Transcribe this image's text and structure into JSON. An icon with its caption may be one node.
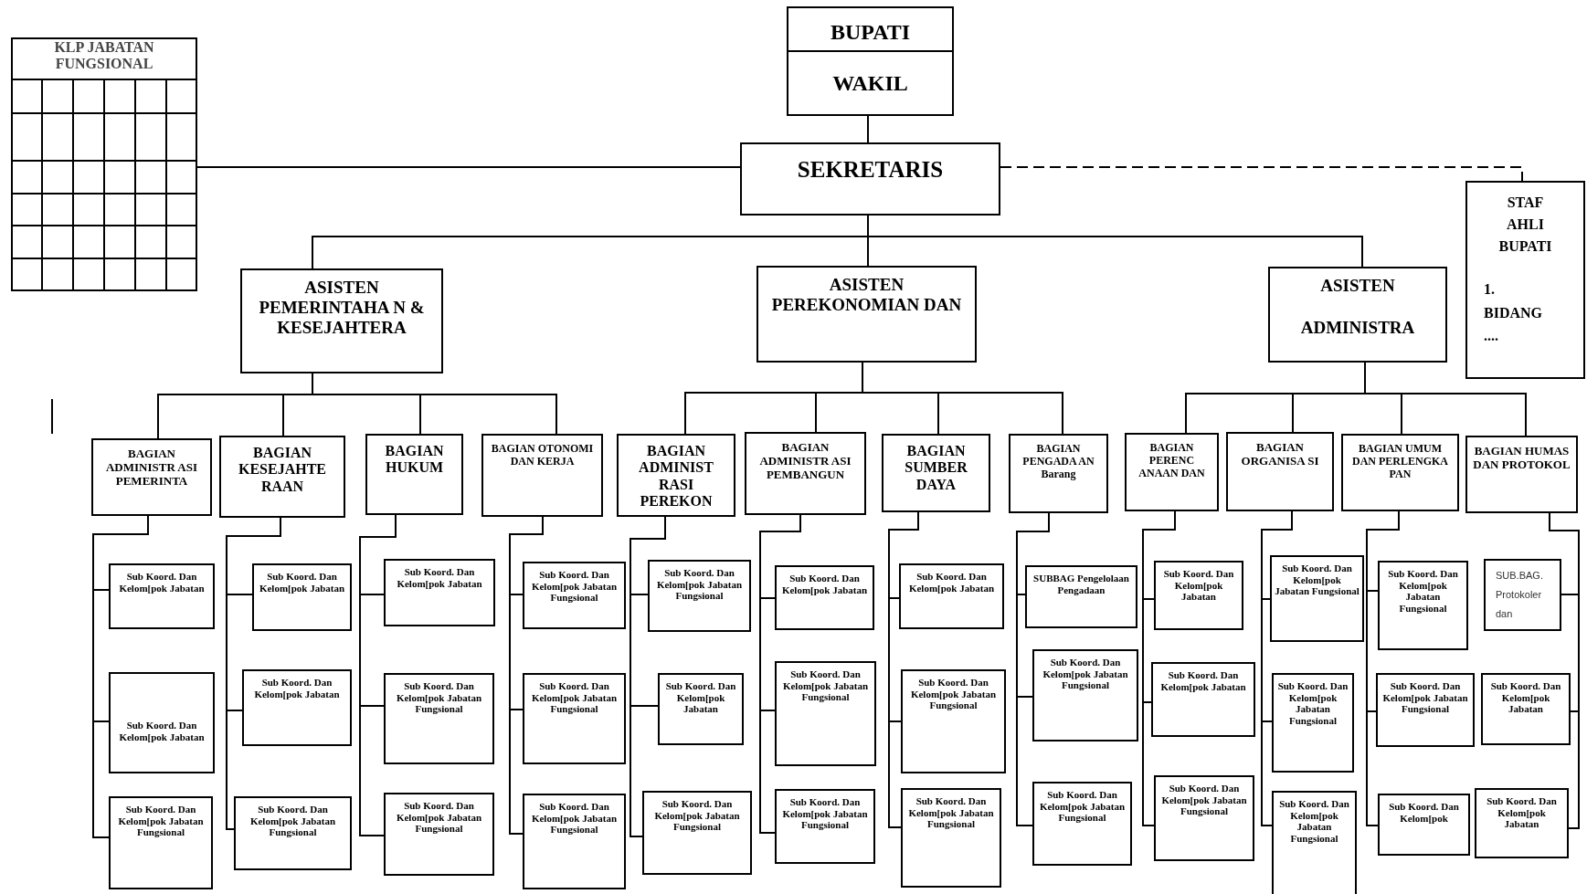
{
  "diagram": {
    "nodes": [
      {
        "text": [
          "KLP JABATAN FUNGSIONAL"
        ]
      },
      {
        "text": [
          "BUPATI",
          "WAKIL"
        ]
      },
      {
        "text": [
          "SEKRETARIS"
        ]
      },
      {
        "text": [
          "STAF AHLI BUPATI",
          "1. BIDANG ...."
        ]
      },
      {
        "text": [
          "ASISTEN PEMERINTAHA N & KESEJAHTERA"
        ]
      },
      {
        "text": [
          "ASISTEN PEREKONOMIAN DAN"
        ]
      },
      {
        "text": [
          "ASISTEN",
          "ADMINISTRA"
        ]
      },
      {
        "text": [
          "BAGIAN ADMINISTR ASI PEMERINTA"
        ]
      },
      {
        "text": [
          "BAGIAN KESEJAHTE RAAN"
        ]
      },
      {
        "text": [
          "BAGIAN HUKUM"
        ]
      },
      {
        "text": [
          "BAGIAN OTONOMI DAN KERJA"
        ]
      },
      {
        "text": [
          "BAGIAN ADMINIST RASI PEREKON"
        ]
      },
      {
        "text": [
          "BAGIAN ADMINISTR ASI PEMBANGUN"
        ]
      },
      {
        "text": [
          "BAGIAN SUMBER DAYA"
        ]
      },
      {
        "text": [
          "BAGIAN PENGADA AN Barang"
        ]
      },
      {
        "text": [
          "BAGIAN PERENC ANAAN DAN"
        ]
      },
      {
        "text": [
          "BAGIAN ORGANISA SI"
        ]
      },
      {
        "text": [
          "BAGIAN UMUM DAN PERLENGKA PAN"
        ]
      },
      {
        "text": [
          "BAGIAN HUMAS DAN PROTOKOL"
        ]
      },
      {
        "text": [
          "Sub Koord. Dan Kelom[pok Jabatan"
        ]
      },
      {
        "text": [
          "Sub Koord. Dan Kelom[pok Jabatan"
        ]
      },
      {
        "text": [
          "Sub Koord. Dan Kelom[pok Jabatan Fungsional"
        ]
      },
      {
        "text": [
          "Sub Koord. Dan Kelom[pok Jabatan"
        ]
      },
      {
        "text": [
          "Sub Koord. Dan Kelom[pok Jabatan"
        ]
      },
      {
        "text": [
          "Sub Koord. Dan Kelom[pok Jabatan Fungsional"
        ]
      },
      {
        "text": [
          "Sub Koord. Dan Kelom[pok Jabatan"
        ]
      },
      {
        "text": [
          "Sub Koord. Dan Kelom[pok Jabatan Fungsional"
        ]
      },
      {
        "text": [
          "Sub Koord. Dan Kelom[pok Jabatan Fungsional"
        ]
      },
      {
        "text": [
          "Sub Koord. Dan Kelom[pok Jabatan Fungsional"
        ]
      },
      {
        "text": [
          "Sub Koord. Dan Kelom[pok Jabatan Fungsional"
        ]
      },
      {
        "text": [
          "Sub Koord. Dan Kelom[pok Jabatan Fungsional"
        ]
      },
      {
        "text": [
          "Sub Koord. Dan Kelom[pok Jabatan Fungsional"
        ]
      },
      {
        "text": [
          "Sub Koord. Dan Kelom[pok Jabatan"
        ]
      },
      {
        "text": [
          "Sub Koord. Dan Kelom[pok Jabatan Fungsional"
        ]
      },
      {
        "text": [
          "Sub Koord. Dan Kelom[pok Jabatan"
        ]
      },
      {
        "text": [
          "Sub Koord. Dan Kelom[pok Jabatan Fungsional"
        ]
      },
      {
        "text": [
          "Sub Koord. Dan Kelom[pok Jabatan Fungsional"
        ]
      },
      {
        "text": [
          "Sub Koord. Dan Kelom[pok Jabatan"
        ]
      },
      {
        "text": [
          "Sub Koord. Dan Kelom[pok Jabatan Fungsional"
        ]
      },
      {
        "text": [
          "Sub Koord. Dan Kelom[pok Jabatan Fungsional"
        ]
      },
      {
        "text": [
          "SUBBAG Pengelolaan Pengadaan"
        ]
      },
      {
        "text": [
          "Sub Koord. Dan Kelom[pok Jabatan Fungsional"
        ]
      },
      {
        "text": [
          "Sub Koord. Dan Kelom[pok Jabatan Fungsional"
        ]
      },
      {
        "text": [
          "Sub Koord. Dan Kelom[pok Jabatan"
        ]
      },
      {
        "text": [
          "Sub Koord. Dan Kelom[pok Jabatan"
        ]
      },
      {
        "text": [
          "Sub Koord. Dan Kelom[pok Jabatan Fungsional"
        ]
      },
      {
        "text": [
          "Sub Koord. Dan Kelom[pok Jabatan Fungsional"
        ]
      },
      {
        "text": [
          "Sub Koord. Dan Kelom[pok Jabatan Fungsional"
        ]
      },
      {
        "text": [
          "Sub Koord. Dan Kelom[pok Jabatan Fungsional"
        ]
      },
      {
        "text": [
          "Sub Koord. Dan Kelom[pok Jabatan Fungsional"
        ]
      },
      {
        "text": [
          "Sub Koord. Dan Kelom[pok Jabatan Fungsional"
        ]
      },
      {
        "text": [
          "Sub Koord. Dan Kelom[pok"
        ]
      },
      {
        "text": [
          "SUB.BAG. Protokoler dan"
        ]
      },
      {
        "text": [
          "Sub Koord. Dan Kelom[pok Jabatan"
        ]
      },
      {
        "text": [
          "Sub Koord. Dan Kelom[pok Jabatan"
        ]
      }
    ],
    "edges": [
      {
        "from": 1,
        "to": 2,
        "arrow": "none"
      },
      {
        "from": 2,
        "to": 0,
        "arrow": "none"
      },
      {
        "from": 2,
        "to": 3,
        "arrow": "none",
        "style": "dashed"
      },
      {
        "from": 2,
        "to": 4,
        "arrow": "none"
      },
      {
        "from": 2,
        "to": 5,
        "arrow": "none"
      },
      {
        "from": 2,
        "to": 6,
        "arrow": "none"
      },
      {
        "from": 4,
        "to": 7,
        "arrow": "none"
      },
      {
        "from": 4,
        "to": 8,
        "arrow": "none"
      },
      {
        "from": 4,
        "to": 9,
        "arrow": "none"
      },
      {
        "from": 4,
        "to": 10,
        "arrow": "none"
      },
      {
        "from": 5,
        "to": 11,
        "arrow": "none"
      },
      {
        "from": 5,
        "to": 12,
        "arrow": "none"
      },
      {
        "from": 5,
        "to": 13,
        "arrow": "none"
      },
      {
        "from": 5,
        "to": 14,
        "arrow": "none"
      },
      {
        "from": 6,
        "to": 15,
        "arrow": "none"
      },
      {
        "from": 6,
        "to": 16,
        "arrow": "none"
      },
      {
        "from": 6,
        "to": 17,
        "arrow": "none"
      },
      {
        "from": 6,
        "to": 18,
        "arrow": "none"
      },
      {
        "from": 7,
        "to": 19,
        "arrow": "none"
      },
      {
        "from": 7,
        "to": 20,
        "arrow": "none"
      },
      {
        "from": 7,
        "to": 21,
        "arrow": "none"
      },
      {
        "from": 8,
        "to": 22,
        "arrow": "none"
      },
      {
        "from": 8,
        "to": 23,
        "arrow": "none"
      },
      {
        "from": 8,
        "to": 24,
        "arrow": "none"
      },
      {
        "from": 9,
        "to": 25,
        "arrow": "none"
      },
      {
        "from": 9,
        "to": 26,
        "arrow": "none"
      },
      {
        "from": 9,
        "to": 27,
        "arrow": "none"
      },
      {
        "from": 10,
        "to": 28,
        "arrow": "none"
      },
      {
        "from": 10,
        "to": 29,
        "arrow": "none"
      },
      {
        "from": 10,
        "to": 30,
        "arrow": "none"
      },
      {
        "from": 11,
        "to": 31,
        "arrow": "none"
      },
      {
        "from": 11,
        "to": 32,
        "arrow": "none"
      },
      {
        "from": 11,
        "to": 33,
        "arrow": "none"
      },
      {
        "from": 12,
        "to": 34,
        "arrow": "none"
      },
      {
        "from": 12,
        "to": 35,
        "arrow": "none"
      },
      {
        "from": 12,
        "to": 36,
        "arrow": "none"
      },
      {
        "from": 13,
        "to": 37,
        "arrow": "none"
      },
      {
        "from": 13,
        "to": 38,
        "arrow": "none"
      },
      {
        "from": 13,
        "to": 39,
        "arrow": "none"
      },
      {
        "from": 14,
        "to": 40,
        "arrow": "none"
      },
      {
        "from": 14,
        "to": 41,
        "arrow": "none"
      },
      {
        "from": 14,
        "to": 42,
        "arrow": "none"
      },
      {
        "from": 15,
        "to": 43,
        "arrow": "none"
      },
      {
        "from": 15,
        "to": 44,
        "arrow": "none"
      },
      {
        "from": 15,
        "to": 45,
        "arrow": "none"
      },
      {
        "from": 16,
        "to": 46,
        "arrow": "none"
      },
      {
        "from": 16,
        "to": 47,
        "arrow": "none"
      },
      {
        "from": 16,
        "to": 48,
        "arrow": "none"
      },
      {
        "from": 17,
        "to": 49,
        "arrow": "none"
      },
      {
        "from": 17,
        "to": 50,
        "arrow": "none"
      },
      {
        "from": 17,
        "to": 51,
        "arrow": "none"
      },
      {
        "from": 18,
        "to": 52,
        "arrow": "none"
      },
      {
        "from": 18,
        "to": 53,
        "arrow": "none"
      },
      {
        "from": 18,
        "to": 54,
        "arrow": "none"
      }
    ]
  }
}
